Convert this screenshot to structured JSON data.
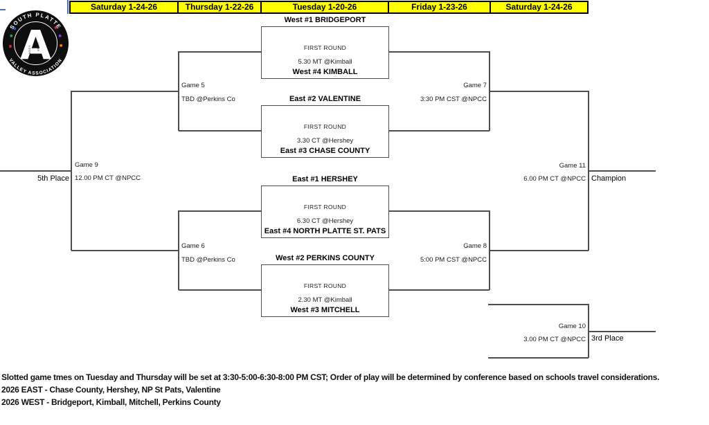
{
  "header": {
    "columns": [
      {
        "label": "Saturday 1-24-26"
      },
      {
        "label": "Thursday 1-22-26"
      },
      {
        "label": "Tuesday 1-20-26"
      },
      {
        "label": "Friday 1-23-26"
      },
      {
        "label": "Saturday 1-24-26"
      }
    ]
  },
  "logo": {
    "top_text": "SOUTH PLATTE",
    "bottom_text": "VALLEY ASSOCIATION",
    "center_letter": "A",
    "inner_words": {
      "word1": "BODY",
      "word2": "SPIRIT",
      "word3": "MIND"
    },
    "dots": [
      "#2457c5",
      "#2f9e44",
      "#d7263d",
      "#d7263d",
      "#8338ec",
      "#f77f00"
    ]
  },
  "matchups": [
    {
      "top_team": "West #1 BRIDGEPORT",
      "round": "FIRST ROUND",
      "time": "5.30 MT @Kimball",
      "bottom_team": "West #4 KIMBALL"
    },
    {
      "top_team": "East #2 VALENTINE",
      "round": "FIRST ROUND",
      "time": "3.30  CT @Hershey",
      "bottom_team": "East #3 CHASE COUNTY"
    },
    {
      "top_team": "East #1 HERSHEY",
      "round": "FIRST ROUND",
      "time": "6.30 CT @Hershey",
      "bottom_team": "East #4 NORTH PLATTE ST. PATS"
    },
    {
      "top_team": "West #2 PERKINS COUNTY",
      "round": "FIRST ROUND",
      "time": "2.30 MT @Kimball",
      "bottom_team": "West #3 MITCHELL"
    }
  ],
  "games": {
    "game5": {
      "label": "Game 5",
      "time": "TBD @Perkins Co"
    },
    "game6": {
      "label": "Game 6",
      "time": "TBD @Perkins Co"
    },
    "game7": {
      "label": "Game 7",
      "time": "3:30 PM CST @NPCC"
    },
    "game8": {
      "label": "Game 8",
      "time": "5:00 PM CST @NPCC"
    },
    "game9": {
      "label": "Game 9",
      "time": "12.00 PM CT @NPCC"
    },
    "game10": {
      "label": "Game 10",
      "time": "3.00 PM CT @NPCC"
    },
    "game11": {
      "label": "Game 11",
      "time": "6.00 PM CT @NPCC"
    }
  },
  "placements": {
    "fifth": "5th Place",
    "champion": "Champion",
    "third": "3rd Place"
  },
  "footer": {
    "line1": "Slotted game tmes on Tuesday and Thursday will be set at 3:30-5:00-6:30-8:00 PM CST; Order of play will be determined by conference based on schools travel considerations.",
    "line2": "2026 EAST - Chase County, Hershey, NP St Pats, Valentine",
    "line3": "2026 WEST - Bridgeport, Kimball, Mitchell, Perkins County"
  },
  "colors": {
    "header_bg": "#ffff00",
    "line": "#4d4d4d",
    "selection_blue": "#4472c4"
  }
}
